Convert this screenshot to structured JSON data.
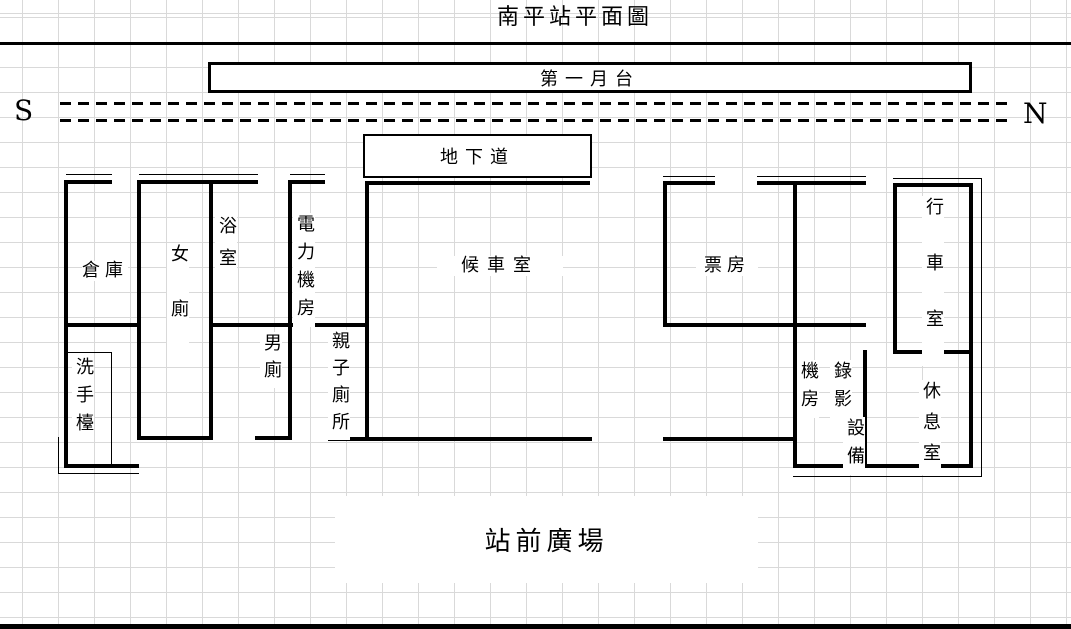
{
  "title": "南平站平面圖",
  "platform": {
    "label": "第一月台"
  },
  "track": {
    "south_label": "S",
    "north_label": "N"
  },
  "underpass": {
    "label": "地下道"
  },
  "rooms": {
    "warehouse": "倉庫",
    "women_toilet": "女廁",
    "bathroom": "浴室",
    "power_room": "電力機房",
    "men_toilet": "男廁",
    "family_toilet": "親子廁所",
    "sink_counter": "洗手檯",
    "waiting_room": "候車室",
    "ticket_office": "票房",
    "operation_room": "行車室",
    "machine_room": "機房",
    "recording_part1": "錄影",
    "recording_part2": "設備",
    "rest_room": "休息室"
  },
  "plaza": {
    "label": "站前廣場"
  },
  "colors": {
    "wall": "#000000",
    "grid": "#d9d9d9",
    "background": "#ffffff"
  }
}
